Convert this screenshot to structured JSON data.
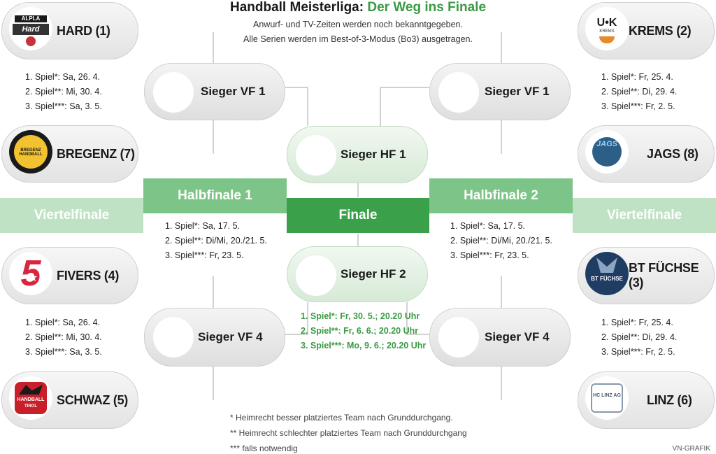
{
  "title": {
    "part1": "Handball Meisterliga:",
    "part2": "Der Weg ins Finale"
  },
  "subtitle": {
    "line1": "Anwurf- und TV-Zeiten werden noch bekanntgegeben.",
    "line2": "Alle Serien werden im Best-of-3-Modus (Bo3) ausgetragen."
  },
  "teams": {
    "hard": {
      "name": "HARD (1)",
      "logo_text": "ALPLA",
      "logo_text2": "Hard"
    },
    "bregenz": {
      "name": "BREGENZ (7)",
      "logo_text": "BREGENZ HANDBALL"
    },
    "fivers": {
      "name": "FIVERS (4)",
      "logo_text": "5"
    },
    "schwaz": {
      "name": "SCHWAZ (5)",
      "logo_text": "HANDBALL",
      "logo_text2": "TIROL"
    },
    "krems": {
      "name": "KREMS (2)",
      "logo_text": "U•K",
      "logo_text2": "KREMS"
    },
    "jags": {
      "name": "JAGS (8)",
      "logo_text": "JAGS"
    },
    "fuechse": {
      "name": "BT FÜCHSE (3)",
      "logo_text": "BT FÜCHSE"
    },
    "linz": {
      "name": "LINZ (6)",
      "logo_text": "HC LINZ AG"
    }
  },
  "winners": {
    "vf1_left": "Sieger VF 1",
    "vf4_left": "Sieger VF 4",
    "vf1_right": "Sieger VF 1",
    "vf4_right": "Sieger VF 4",
    "hf1": "Sieger HF 1",
    "hf2": "Sieger HF 2"
  },
  "bands": {
    "viertelfinale_left": "Viertelfinale",
    "halbfinale1": "Halbfinale 1",
    "finale": "Finale",
    "halbfinale2": "Halbfinale 2",
    "viertelfinale_right": "Viertelfinale"
  },
  "schedules": {
    "vf1_left": [
      "1. Spiel*: Sa, 26. 4.",
      "2. Spiel**: Mi, 30. 4.",
      "3. Spiel***: Sa, 3. 5."
    ],
    "vf4_left": [
      "1. Spiel*: Sa, 26. 4.",
      "2. Spiel**: Mi, 30. 4.",
      "3. Spiel***: Sa, 3. 5."
    ],
    "vf1_right": [
      "1. Spiel*: Fr, 25. 4.",
      "2. Spiel**: Di, 29. 4.",
      "3. Spiel***: Fr, 2. 5."
    ],
    "vf4_right": [
      "1. Spiel*: Fr, 25. 4.",
      "2. Spiel**: Di, 29. 4.",
      "3. Spiel***: Fr, 2. 5."
    ],
    "hf1": [
      "1. Spiel*: Sa, 17. 5.",
      "2. Spiel**: Di/Mi, 20./21. 5.",
      "3. Spiel***: Fr, 23. 5."
    ],
    "hf2": [
      "1. Spiel*: Sa, 17. 5.",
      "2. Spiel**: Di/Mi, 20./21. 5.",
      "3. Spiel***: Fr, 23. 5."
    ],
    "finale": [
      "1. Spiel*: Fr, 30. 5.; 20.20 Uhr",
      "2. Spiel**: Fr, 6. 6.; 20.20 Uhr",
      "3. Spiel***: Mo, 9. 6.; 20.20 Uhr"
    ]
  },
  "footnotes": [
    "* Heimrecht besser platziertes Team nach Grunddurchgang.",
    "** Heimrecht schlechter platziertes Team nach Grunddurchgang",
    "*** falls notwendig"
  ],
  "credit": "VN-GRAFIK",
  "colors": {
    "green_dark": "#3aa14a",
    "green_mid": "#7cc487",
    "green_light": "#bfe2c4",
    "accent_text": "#3a9a44"
  }
}
